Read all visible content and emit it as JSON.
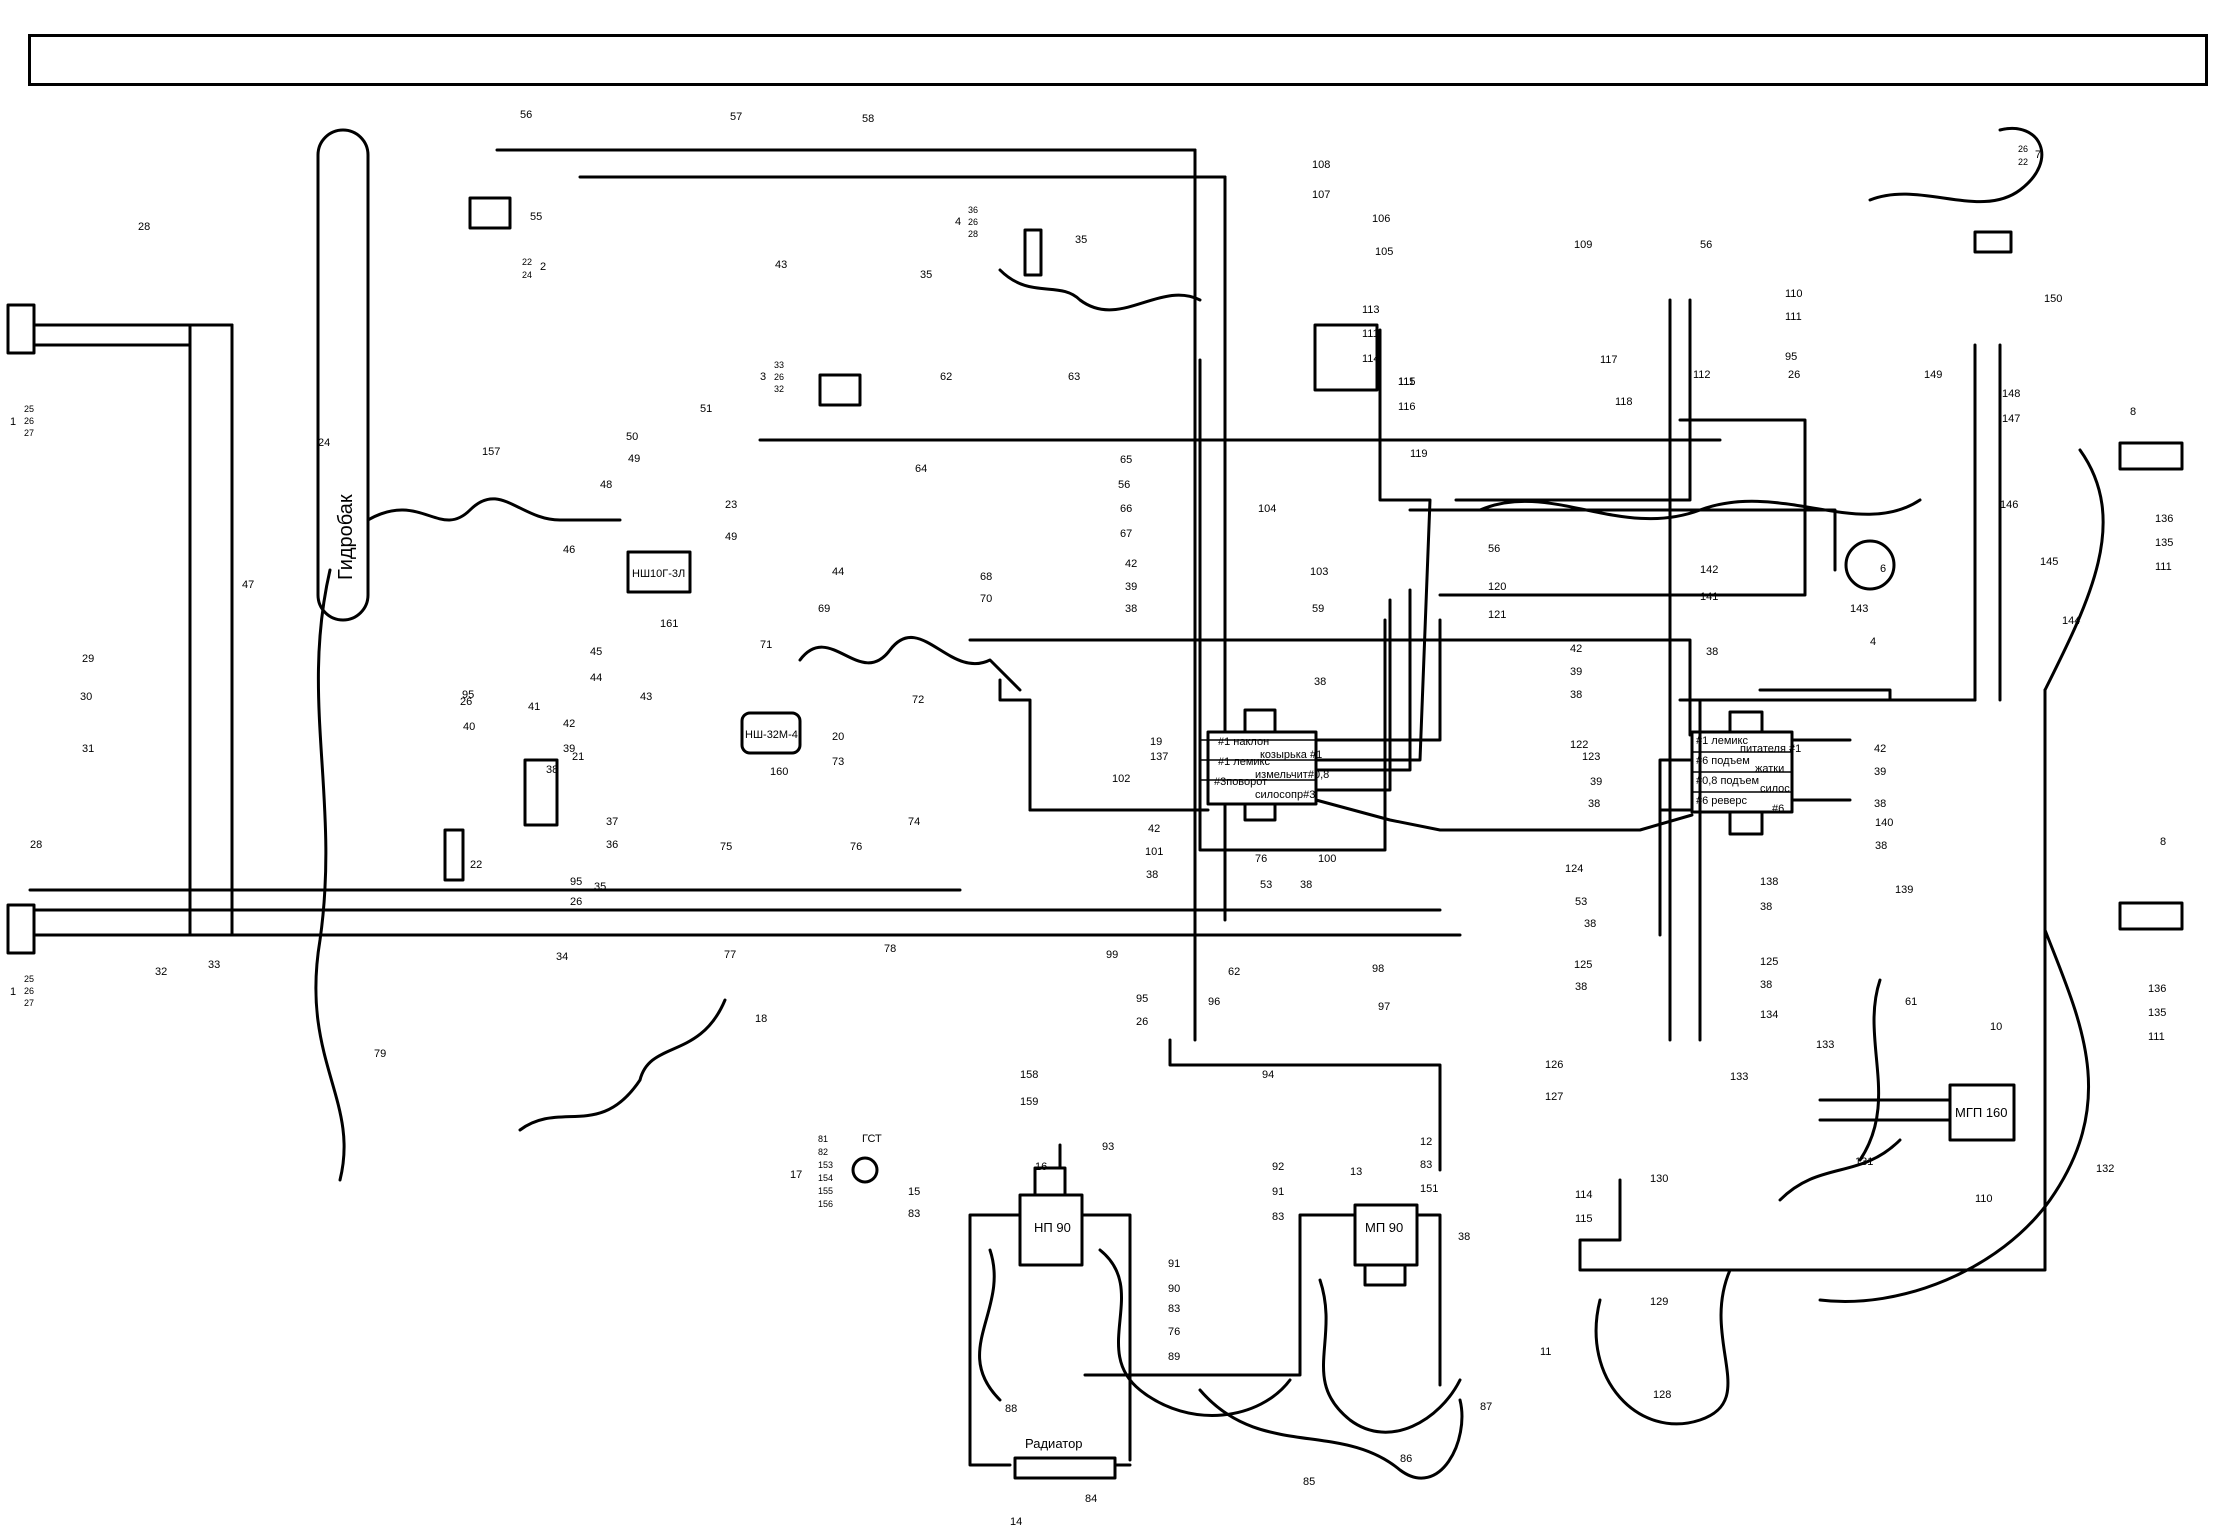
{
  "title_bar": {
    "text": ""
  },
  "components": {
    "tank": "Гидробак",
    "radiator": "Радиатор",
    "pump_nsh10": "НШ10Г-3Л",
    "pump_nsh32": "НШ-32М-4",
    "pump_np90": "НП 90",
    "motor_mp90": "МП 90",
    "motor_mgp160": "МГП 160",
    "filter": "ГСТ"
  },
  "valve_block_1": {
    "lines": [
      "#1 наклон",
      "козырька #1",
      "#1 лемикс",
      "измельчит#0,8",
      "#3поворот",
      "силосопр#3"
    ]
  },
  "valve_block_2": {
    "lines": [
      "#1 лемикс",
      "питателя #1",
      "#6 подъем",
      "жатки",
      "#0,8 подъем",
      "силос",
      "#6 реверс",
      "#6"
    ]
  },
  "group_labels": {
    "g1_top": [
      "25",
      "26",
      "27"
    ],
    "g1_bottom": [
      "25",
      "26",
      "27"
    ],
    "g2": [
      "22",
      "24"
    ],
    "g3": [
      "33",
      "26",
      "32"
    ],
    "g4": [
      "36",
      "26",
      "28"
    ],
    "g7": [
      "26",
      "22"
    ],
    "g17": [
      "81",
      "82",
      "153",
      "154",
      "155",
      "156"
    ]
  },
  "callouts": [
    {
      "id": "c1a",
      "t": "1"
    },
    {
      "id": "c1b",
      "t": "1"
    },
    {
      "id": "c2",
      "t": "2"
    },
    {
      "id": "c3",
      "t": "3"
    },
    {
      "id": "c4",
      "t": "4"
    },
    {
      "id": "c4b",
      "t": "4"
    },
    {
      "id": "c6",
      "t": "6"
    },
    {
      "id": "c7",
      "t": "7"
    },
    {
      "id": "c8a",
      "t": "8"
    },
    {
      "id": "c8b",
      "t": "8"
    },
    {
      "id": "c10",
      "t": "10"
    },
    {
      "id": "c11",
      "t": "11"
    },
    {
      "id": "c12",
      "t": "12"
    },
    {
      "id": "c13",
      "t": "13"
    },
    {
      "id": "c14",
      "t": "14"
    },
    {
      "id": "c15",
      "t": "15"
    },
    {
      "id": "c16",
      "t": "16"
    },
    {
      "id": "c17",
      "t": "17"
    },
    {
      "id": "c18",
      "t": "18"
    },
    {
      "id": "c19",
      "t": "19"
    },
    {
      "id": "c20",
      "t": "20"
    },
    {
      "id": "c21",
      "t": "21"
    },
    {
      "id": "c22",
      "t": "22"
    },
    {
      "id": "c23",
      "t": "23"
    },
    {
      "id": "c24",
      "t": "24"
    },
    {
      "id": "c26a",
      "t": "26"
    },
    {
      "id": "c26b",
      "t": "26"
    },
    {
      "id": "c26c",
      "t": "26"
    },
    {
      "id": "c26d",
      "t": "26"
    },
    {
      "id": "c28a",
      "t": "28"
    },
    {
      "id": "c28b",
      "t": "28"
    },
    {
      "id": "c29",
      "t": "29"
    },
    {
      "id": "c30",
      "t": "30"
    },
    {
      "id": "c31",
      "t": "31"
    },
    {
      "id": "c32",
      "t": "32"
    },
    {
      "id": "c33",
      "t": "33"
    },
    {
      "id": "c34",
      "t": "34"
    },
    {
      "id": "c35a",
      "t": "35"
    },
    {
      "id": "c35b",
      "t": "35"
    },
    {
      "id": "c35c",
      "t": "35"
    },
    {
      "id": "c36",
      "t": "36"
    },
    {
      "id": "c37",
      "t": "37"
    },
    {
      "id": "c38a",
      "t": "38"
    },
    {
      "id": "c38b",
      "t": "38"
    },
    {
      "id": "c38c",
      "t": "38"
    },
    {
      "id": "c38d",
      "t": "38"
    },
    {
      "id": "c38e",
      "t": "38"
    },
    {
      "id": "c38f",
      "t": "38"
    },
    {
      "id": "c38g",
      "t": "38"
    },
    {
      "id": "c38h",
      "t": "38"
    },
    {
      "id": "c38i",
      "t": "38"
    },
    {
      "id": "c38j",
      "t": "38"
    },
    {
      "id": "c38k",
      "t": "38"
    },
    {
      "id": "c38l",
      "t": "38"
    },
    {
      "id": "c38m",
      "t": "38"
    },
    {
      "id": "c38n",
      "t": "38"
    },
    {
      "id": "c38o",
      "t": "38"
    },
    {
      "id": "c39a",
      "t": "39"
    },
    {
      "id": "c39b",
      "t": "39"
    },
    {
      "id": "c39c",
      "t": "39"
    },
    {
      "id": "c39d",
      "t": "39"
    },
    {
      "id": "c39e",
      "t": "39"
    },
    {
      "id": "c40",
      "t": "40"
    },
    {
      "id": "c41",
      "t": "41"
    },
    {
      "id": "c42a",
      "t": "42"
    },
    {
      "id": "c42b",
      "t": "42"
    },
    {
      "id": "c42c",
      "t": "42"
    },
    {
      "id": "c42d",
      "t": "42"
    },
    {
      "id": "c42e",
      "t": "42"
    },
    {
      "id": "c43a",
      "t": "43"
    },
    {
      "id": "c43b",
      "t": "43"
    },
    {
      "id": "c44a",
      "t": "44"
    },
    {
      "id": "c44b",
      "t": "44"
    },
    {
      "id": "c45",
      "t": "45"
    },
    {
      "id": "c46",
      "t": "46"
    },
    {
      "id": "c47",
      "t": "47"
    },
    {
      "id": "c48",
      "t": "48"
    },
    {
      "id": "c49a",
      "t": "49"
    },
    {
      "id": "c49b",
      "t": "49"
    },
    {
      "id": "c50",
      "t": "50"
    },
    {
      "id": "c51",
      "t": "51"
    },
    {
      "id": "c53a",
      "t": "53"
    },
    {
      "id": "c53b",
      "t": "53"
    },
    {
      "id": "c55",
      "t": "55"
    },
    {
      "id": "c56a",
      "t": "56"
    },
    {
      "id": "c56b",
      "t": "56"
    },
    {
      "id": "c56c",
      "t": "56"
    },
    {
      "id": "c56d",
      "t": "56"
    },
    {
      "id": "c57",
      "t": "57"
    },
    {
      "id": "c58",
      "t": "58"
    },
    {
      "id": "c59",
      "t": "59"
    },
    {
      "id": "c61",
      "t": "61"
    },
    {
      "id": "c62a",
      "t": "62"
    },
    {
      "id": "c62b",
      "t": "62"
    },
    {
      "id": "c63",
      "t": "63"
    },
    {
      "id": "c64",
      "t": "64"
    },
    {
      "id": "c65",
      "t": "65"
    },
    {
      "id": "c66",
      "t": "66"
    },
    {
      "id": "c67",
      "t": "67"
    },
    {
      "id": "c68",
      "t": "68"
    },
    {
      "id": "c69",
      "t": "69"
    },
    {
      "id": "c70",
      "t": "70"
    },
    {
      "id": "c71",
      "t": "71"
    },
    {
      "id": "c72",
      "t": "72"
    },
    {
      "id": "c73",
      "t": "73"
    },
    {
      "id": "c74",
      "t": "74"
    },
    {
      "id": "c75",
      "t": "75"
    },
    {
      "id": "c76a",
      "t": "76"
    },
    {
      "id": "c76b",
      "t": "76"
    },
    {
      "id": "c76c",
      "t": "76"
    },
    {
      "id": "c77",
      "t": "77"
    },
    {
      "id": "c78",
      "t": "78"
    },
    {
      "id": "c79",
      "t": "79"
    },
    {
      "id": "c83a",
      "t": "83"
    },
    {
      "id": "c83b",
      "t": "83"
    },
    {
      "id": "c83c",
      "t": "83"
    },
    {
      "id": "c83d",
      "t": "83"
    },
    {
      "id": "c84",
      "t": "84"
    },
    {
      "id": "c85",
      "t": "85"
    },
    {
      "id": "c86",
      "t": "86"
    },
    {
      "id": "c87",
      "t": "87"
    },
    {
      "id": "c88",
      "t": "88"
    },
    {
      "id": "c89",
      "t": "89"
    },
    {
      "id": "c90",
      "t": "90"
    },
    {
      "id": "c91a",
      "t": "91"
    },
    {
      "id": "c91b",
      "t": "91"
    },
    {
      "id": "c92",
      "t": "92"
    },
    {
      "id": "c93",
      "t": "93"
    },
    {
      "id": "c94",
      "t": "94"
    },
    {
      "id": "c95a",
      "t": "95"
    },
    {
      "id": "c95b",
      "t": "95"
    },
    {
      "id": "c95c",
      "t": "95"
    },
    {
      "id": "c95d",
      "t": "95"
    },
    {
      "id": "c96",
      "t": "96"
    },
    {
      "id": "c97",
      "t": "97"
    },
    {
      "id": "c98",
      "t": "98"
    },
    {
      "id": "c99",
      "t": "99"
    },
    {
      "id": "c100",
      "t": "100"
    },
    {
      "id": "c101",
      "t": "101"
    },
    {
      "id": "c102",
      "t": "102"
    },
    {
      "id": "c103",
      "t": "103"
    },
    {
      "id": "c104",
      "t": "104"
    },
    {
      "id": "c105",
      "t": "105"
    },
    {
      "id": "c106",
      "t": "106"
    },
    {
      "id": "c107",
      "t": "107"
    },
    {
      "id": "c108",
      "t": "108"
    },
    {
      "id": "c109",
      "t": "109"
    },
    {
      "id": "c110a",
      "t": "110"
    },
    {
      "id": "c110b",
      "t": "110"
    },
    {
      "id": "c111a",
      "t": "111"
    },
    {
      "id": "c111b",
      "t": "111"
    },
    {
      "id": "c111c",
      "t": "111"
    },
    {
      "id": "c111d",
      "t": "111"
    },
    {
      "id": "c111e",
      "t": "111"
    },
    {
      "id": "c112",
      "t": "112"
    },
    {
      "id": "c113",
      "t": "113"
    },
    {
      "id": "c114",
      "t": "114"
    },
    {
      "id": "c114b",
      "t": "114"
    },
    {
      "id": "c115",
      "t": "115"
    },
    {
      "id": "c115b",
      "t": "115"
    },
    {
      "id": "c116",
      "t": "116"
    },
    {
      "id": "c117",
      "t": "117"
    },
    {
      "id": "c118",
      "t": "118"
    },
    {
      "id": "c119",
      "t": "119"
    },
    {
      "id": "c120",
      "t": "120"
    },
    {
      "id": "c121",
      "t": "121"
    },
    {
      "id": "c122",
      "t": "122"
    },
    {
      "id": "c123",
      "t": "123"
    },
    {
      "id": "c124",
      "t": "124"
    },
    {
      "id": "c125a",
      "t": "125"
    },
    {
      "id": "c125b",
      "t": "125"
    },
    {
      "id": "c126",
      "t": "126"
    },
    {
      "id": "c127",
      "t": "127"
    },
    {
      "id": "c128",
      "t": "128"
    },
    {
      "id": "c129",
      "t": "129"
    },
    {
      "id": "c130",
      "t": "130"
    },
    {
      "id": "c131",
      "t": "131"
    },
    {
      "id": "c132",
      "t": "132"
    },
    {
      "id": "c133a",
      "t": "133"
    },
    {
      "id": "c133b",
      "t": "133"
    },
    {
      "id": "c134",
      "t": "134"
    },
    {
      "id": "c135a",
      "t": "135"
    },
    {
      "id": "c135b",
      "t": "135"
    },
    {
      "id": "c136a",
      "t": "136"
    },
    {
      "id": "c136b",
      "t": "136"
    },
    {
      "id": "c137",
      "t": "137"
    },
    {
      "id": "c138",
      "t": "138"
    },
    {
      "id": "c139",
      "t": "139"
    },
    {
      "id": "c140",
      "t": "140"
    },
    {
      "id": "c141",
      "t": "141"
    },
    {
      "id": "c142",
      "t": "142"
    },
    {
      "id": "c143",
      "t": "143"
    },
    {
      "id": "c144",
      "t": "144"
    },
    {
      "id": "c145",
      "t": "145"
    },
    {
      "id": "c146",
      "t": "146"
    },
    {
      "id": "c147",
      "t": "147"
    },
    {
      "id": "c148",
      "t": "148"
    },
    {
      "id": "c149",
      "t": "149"
    },
    {
      "id": "c150",
      "t": "150"
    },
    {
      "id": "c151",
      "t": "151"
    },
    {
      "id": "c157",
      "t": "157"
    },
    {
      "id": "c158",
      "t": "158"
    },
    {
      "id": "c159",
      "t": "159"
    },
    {
      "id": "c160",
      "t": "160"
    },
    {
      "id": "c161",
      "t": "161"
    }
  ]
}
